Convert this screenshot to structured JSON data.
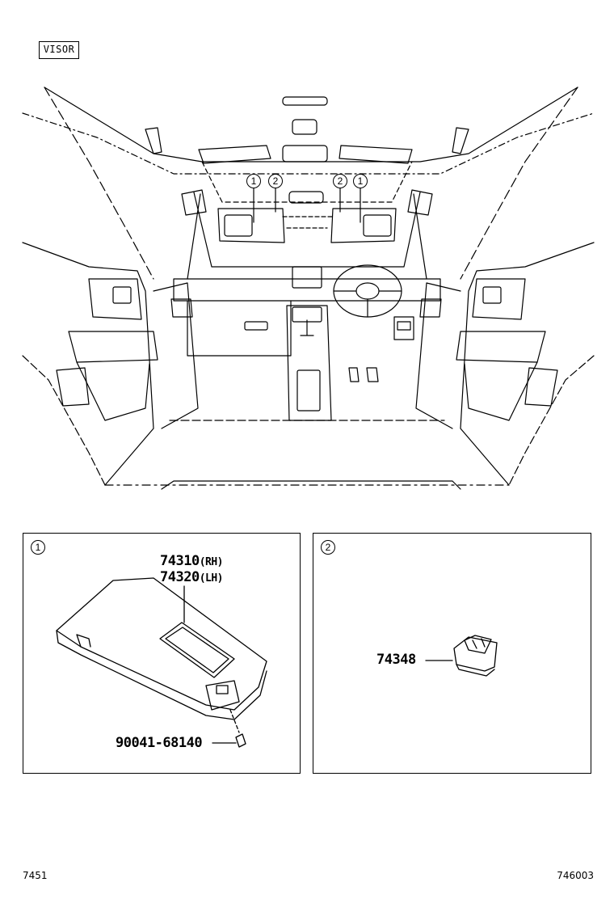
{
  "diagram": {
    "section_label": "VISOR",
    "callout_1": "1",
    "callout_2": "2",
    "parts": {
      "visor_rh": "74310",
      "visor_rh_side": "(RH)",
      "visor_lh": "74320",
      "visor_lh_side": "(LH)",
      "screw": "90041-68140",
      "holder": "74348"
    },
    "footer_left": "7451",
    "footer_right": "746003"
  }
}
